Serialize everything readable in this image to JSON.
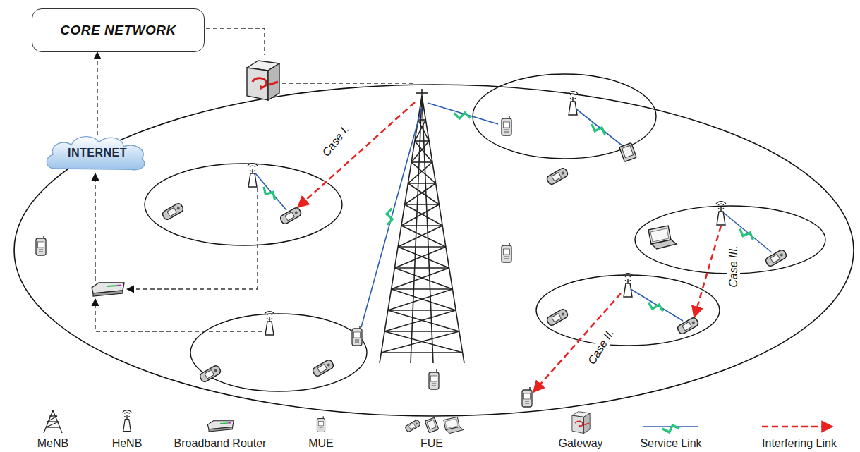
{
  "diagram": {
    "nodes": [
      {
        "text": [
          "CORE NETWORK"
        ]
      },
      {
        "text": [
          "INTERNET"
        ]
      }
    ],
    "edges": [
      {
        "from": 1,
        "to": 0,
        "arrow": "to"
      }
    ],
    "labels": [
      "Case I.",
      "Case II.",
      "Case III."
    ],
    "legend": [
      {
        "text": "MeNB"
      },
      {
        "text": "HeNB"
      },
      {
        "text": "Broadband Router"
      },
      {
        "text": "MUE"
      },
      {
        "text": "FUE"
      },
      {
        "text": "Gateway"
      },
      {
        "text": "Service Link"
      },
      {
        "text": "Interfering Link"
      }
    ]
  }
}
